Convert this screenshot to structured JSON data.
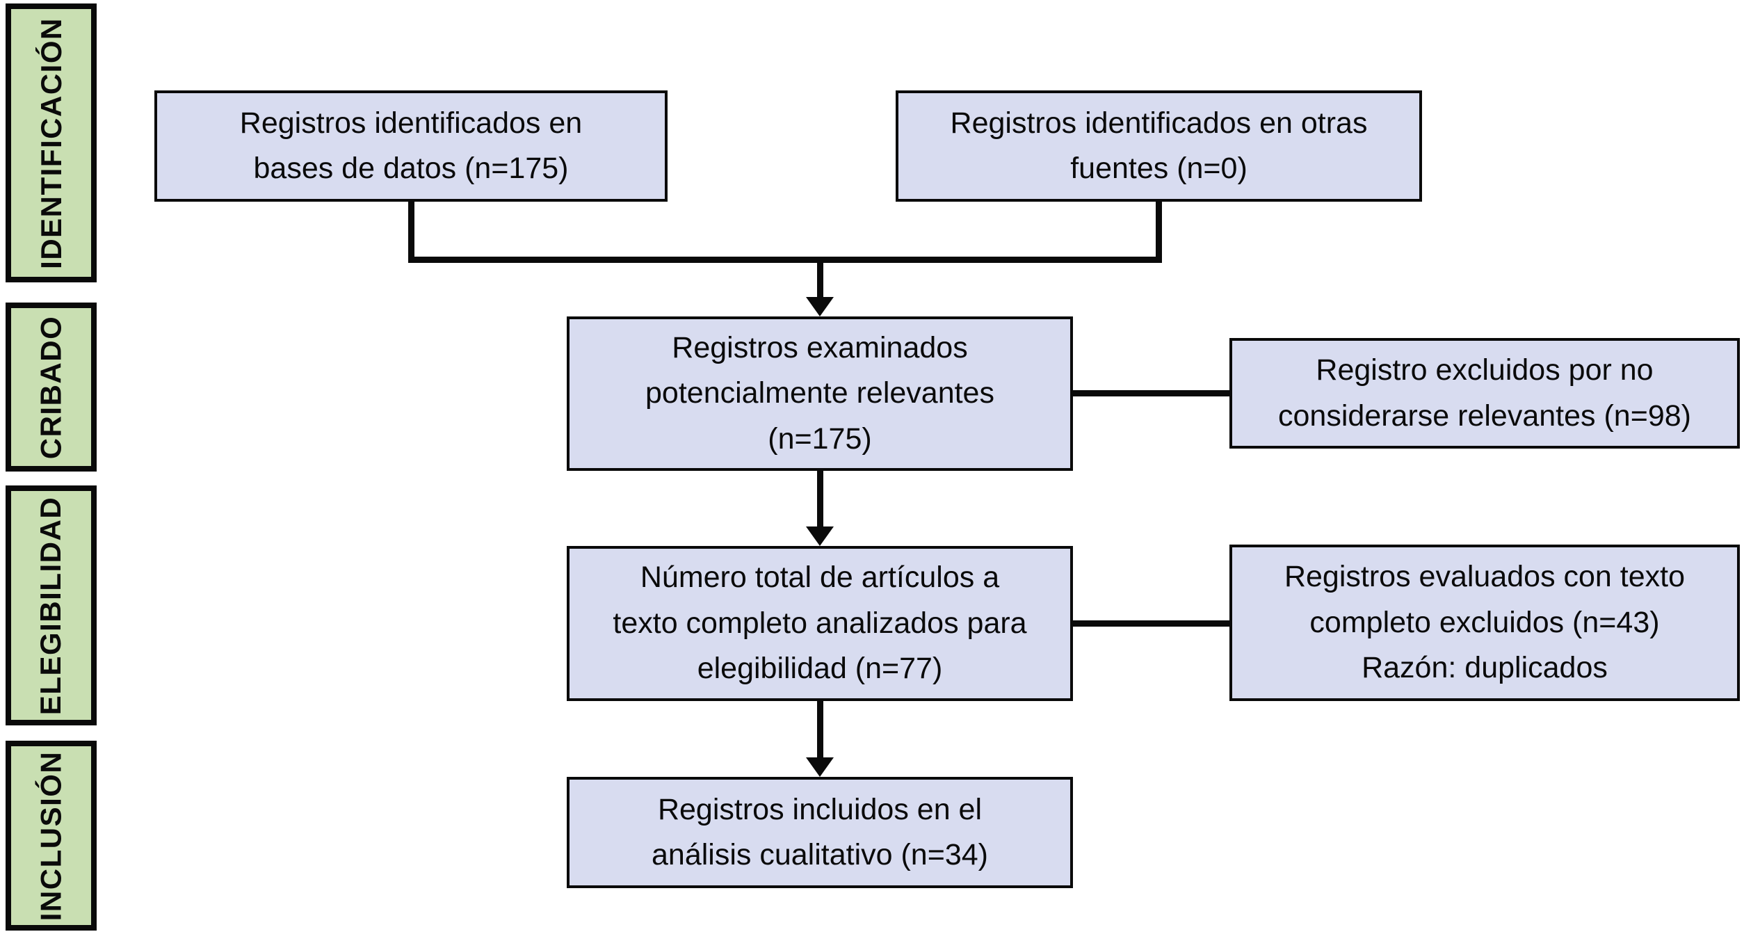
{
  "palette": {
    "stage_fill": "#c9dfb2",
    "node_fill": "#d8dcf0",
    "line_color": "#0a0a0a",
    "background": "#ffffff"
  },
  "stages": [
    {
      "label": "IDENTIFICACIÓN"
    },
    {
      "label": "CRIBADO"
    },
    {
      "label": "ELEGIBILIDAD"
    },
    {
      "label": "INCLUSIÓN"
    }
  ],
  "nodes": {
    "identified_databases": {
      "lines": [
        "Registros identificados en",
        "bases de datos (n=175)"
      ],
      "n": 175
    },
    "identified_other_sources": {
      "lines": [
        "Registros identificados en otras",
        "fuentes (n=0)"
      ],
      "n": 0
    },
    "screened": {
      "lines": [
        "Registros examinados",
        "potencialmente relevantes",
        "(n=175)"
      ],
      "n": 175
    },
    "excluded_not_relevant": {
      "lines": [
        "Registro excluidos por no",
        "considerarse relevantes (n=98)"
      ],
      "n": 98
    },
    "fulltext_assessed": {
      "lines": [
        "Número total de artículos a",
        "texto completo analizados para",
        "elegibilidad (n=77)"
      ],
      "n": 77
    },
    "fulltext_excluded": {
      "lines": [
        "Registros evaluados con texto",
        "completo excluidos (n=43)",
        "Razón: duplicados"
      ],
      "n": 43
    },
    "included_qualitative": {
      "lines": [
        "Registros incluidos en el",
        "análisis cualitativo (n=34)"
      ],
      "n": 34
    }
  },
  "edges": [
    {
      "from": "identified_databases",
      "to": "screened"
    },
    {
      "from": "identified_other_sources",
      "to": "screened"
    },
    {
      "from": "screened",
      "to": "excluded_not_relevant"
    },
    {
      "from": "screened",
      "to": "fulltext_assessed"
    },
    {
      "from": "fulltext_assessed",
      "to": "fulltext_excluded"
    },
    {
      "from": "fulltext_assessed",
      "to": "included_qualitative"
    }
  ]
}
